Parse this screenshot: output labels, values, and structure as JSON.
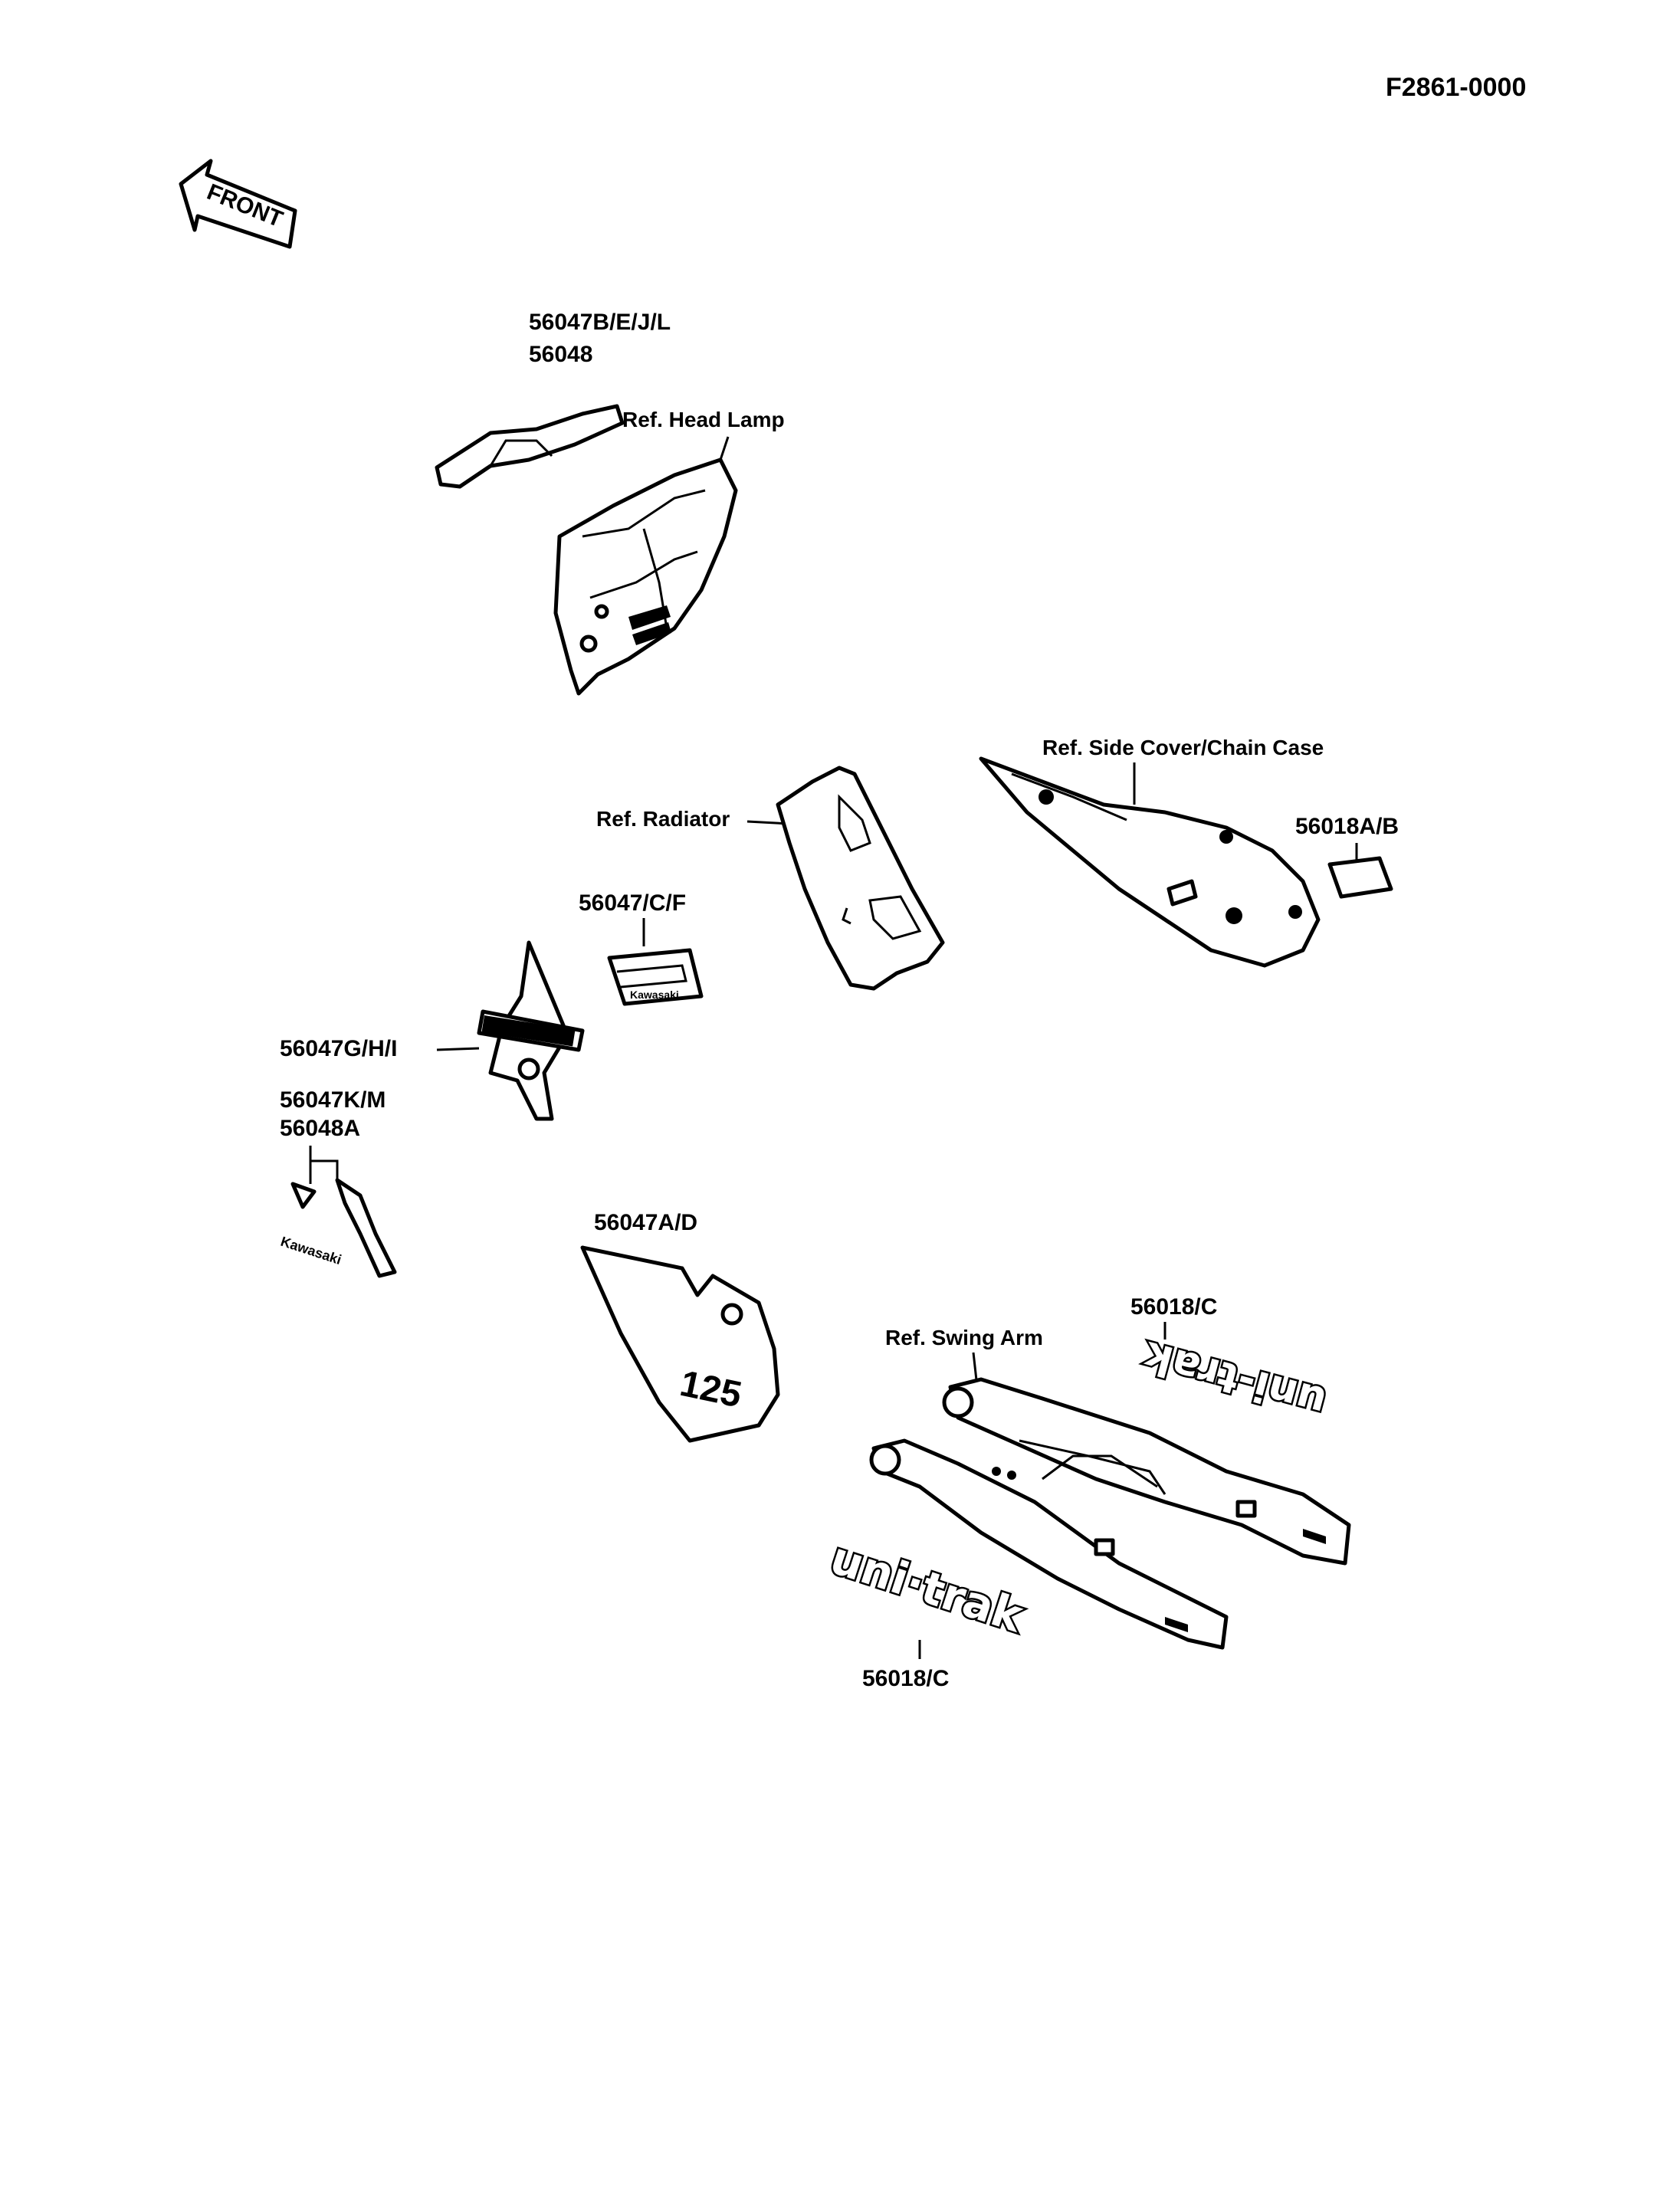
{
  "figure_code": "F2861-0000",
  "front_label": "FRONT",
  "labels": {
    "headlamp_decal": [
      "56047B/E/J/L",
      "56048"
    ],
    "ref_head_lamp": "Ref. Head Lamp",
    "ref_side_cover": "Ref. Side Cover/Chain Case",
    "ref_radiator": "Ref. Radiator",
    "chain_case_decal": "56018A/B",
    "radiator_decal": "56047/C/F",
    "shroud_decal": "56047G/H/I",
    "fork_decal": [
      "56047K/M",
      "56048A"
    ],
    "side_number_decal": "56047A/D",
    "swingarm_decal_top": "56018/C",
    "ref_swing_arm": "Ref. Swing Arm",
    "swingarm_decal_bottom": "56018/C"
  },
  "decal_text": {
    "side_number": "125",
    "unitrak_top": "uni-trak",
    "unitrak_bottom": "uni·trak",
    "kawasaki": "Kawasaki"
  }
}
